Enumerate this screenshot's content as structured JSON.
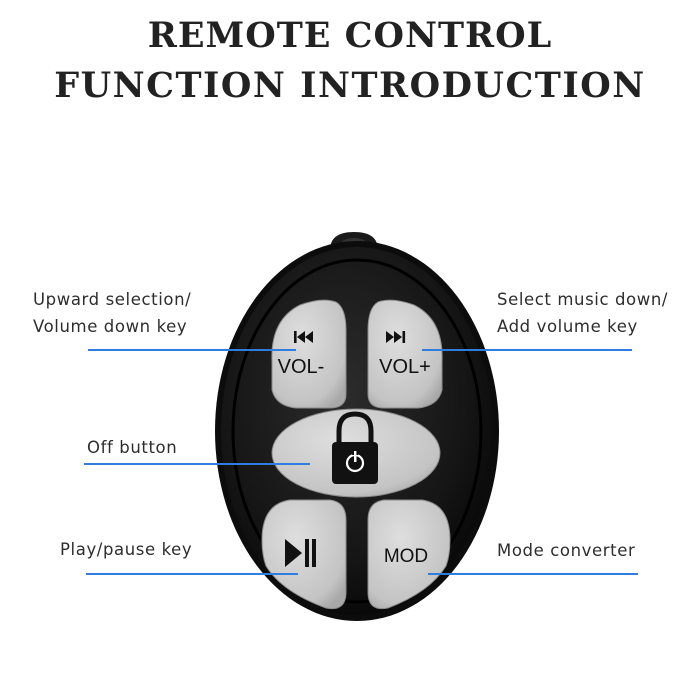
{
  "title": {
    "line1": "REMOTE CONTROL",
    "line2": "FUNCTION INTRODUCTION"
  },
  "callouts": {
    "upward_selection": {
      "line1": "Upward selection/",
      "line2": "Volume down key"
    },
    "select_music_down": {
      "line1": "Select music down/",
      "line2": "Add volume key"
    },
    "off_button": "Off button",
    "play_pause": "Play/pause key",
    "mode_converter": "Mode converter"
  },
  "buttons": {
    "vol_minus": {
      "label": "VOL-",
      "icon": "previous-track-icon"
    },
    "vol_plus": {
      "label": "VOL+",
      "icon": "next-track-icon"
    },
    "power": {
      "icon": "lock-power-icon"
    },
    "play_pause": {
      "icon": "play-pause-icon"
    },
    "mode": {
      "label": "MOD"
    }
  },
  "colors": {
    "leader_line": "#2f7de1",
    "remote_body": "#151515",
    "button_face": "#c9c9c9",
    "title": "#222222"
  }
}
